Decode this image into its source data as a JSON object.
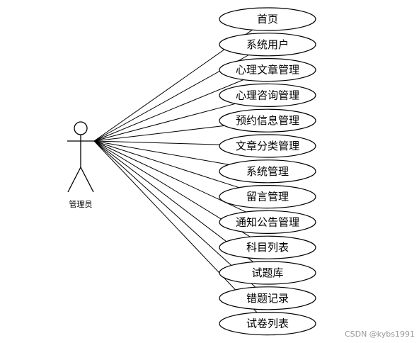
{
  "actor": {
    "label": "管理员"
  },
  "use_cases": [
    {
      "label": "首页"
    },
    {
      "label": "系统用户"
    },
    {
      "label": "心理文章管理"
    },
    {
      "label": "心理咨询管理"
    },
    {
      "label": "预约信息管理"
    },
    {
      "label": "文章分类管理"
    },
    {
      "label": "系统管理"
    },
    {
      "label": "留言管理"
    },
    {
      "label": "通知公告管理"
    },
    {
      "label": "科目列表"
    },
    {
      "label": "试题库"
    },
    {
      "label": "错题记录"
    },
    {
      "label": "试卷列表"
    }
  ],
  "watermark": "CSDN @kybs1991",
  "colors": {
    "stroke": "#000000",
    "background": "#ffffff",
    "watermark": "#9a9a9a"
  }
}
